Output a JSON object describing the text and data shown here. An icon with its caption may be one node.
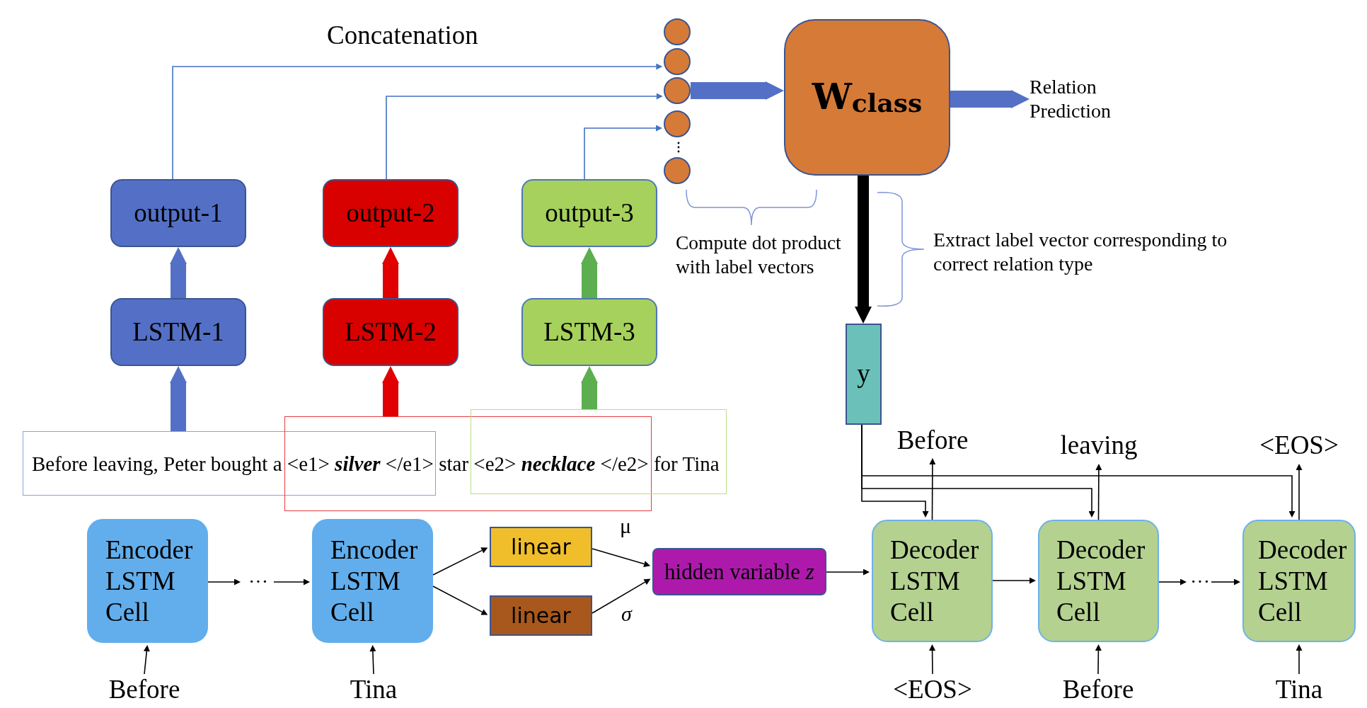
{
  "diagram": {
    "nodes": [
      {
        "text": [
          "output-1"
        ]
      },
      {
        "text": [
          "output-2"
        ]
      },
      {
        "text": [
          "output-3"
        ]
      },
      {
        "text": [],
        "shape": "circle"
      },
      {
        "text": [],
        "shape": "circle"
      },
      {
        "text": [],
        "shape": "circle"
      },
      {
        "text": [],
        "shape": "circle"
      },
      {
        "text": [],
        "shape": "circle"
      },
      {
        "text": [
          "W$_{class}$"
        ]
      },
      {
        "text": [
          "Relation Prediction"
        ]
      },
      {
        "text": [
          "LSTM-1"
        ]
      },
      {
        "text": [
          "LSTM-2"
        ]
      },
      {
        "text": [
          "LSTM-3"
        ]
      },
      {
        "text": [
          "y"
        ]
      },
      {
        "text": [],
        "shape": "box"
      },
      {
        "text": [],
        "shape": "box"
      },
      {
        "text": [],
        "shape": "box"
      },
      {
        "text": [
          "Before"
        ]
      },
      {
        "text": [
          "leaving"
        ]
      },
      {
        "text": [
          "<EOS>"
        ]
      },
      {
        "text": [
          "Encoder LSTM Cell"
        ]
      },
      {
        "text": [
          "···"
        ]
      },
      {
        "text": [
          "Encoder LSTM Cell"
        ]
      },
      {
        "text": [
          "linear"
        ]
      },
      {
        "text": [
          "linear"
        ]
      },
      {
        "text": [
          "hidden variable *z*"
        ]
      },
      {
        "text": [
          "Decoder LSTM Cell"
        ]
      },
      {
        "text": [
          "Decoder LSTM Cell"
        ]
      },
      {
        "text": [
          "···"
        ]
      },
      {
        "text": [
          "Decoder LSTM Cell"
        ]
      },
      {
        "text": [
          "Before"
        ]
      },
      {
        "text": [
          "Tina"
        ]
      },
      {
        "text": [
          "<EOS>"
        ]
      },
      {
        "text": [
          "Before"
        ]
      },
      {
        "text": [
          "Tina"
        ]
      }
    ],
    "edges": [
      {
        "from": 0,
        "to": 4,
        "arrow": "to",
        "color": "#4472c4"
      },
      {
        "from": 1,
        "to": 5,
        "arrow": "to",
        "color": "#4472c4"
      },
      {
        "from": 2,
        "to": 6,
        "arrow": "to",
        "color": "#4472c4"
      },
      {
        "from": 5,
        "to": 8,
        "arrow": "to",
        "style": "thick",
        "color": "#5470c6"
      },
      {
        "from": 8,
        "to": 9,
        "arrow": "to",
        "style": "thick",
        "color": "#5470c6"
      },
      {
        "from": 8,
        "to": 13,
        "arrow": "to",
        "style": "thick"
      },
      {
        "from": 10,
        "to": 0,
        "arrow": "to",
        "style": "thick",
        "color": "#5470c6"
      },
      {
        "from": 11,
        "to": 1,
        "arrow": "to",
        "style": "thick",
        "color": "#e00000"
      },
      {
        "from": 12,
        "to": 2,
        "arrow": "to",
        "style": "thick",
        "color": "#5cae4f"
      },
      {
        "from": 14,
        "to": 10,
        "arrow": "to",
        "style": "thick",
        "color": "#5470c6"
      },
      {
        "from": 15,
        "to": 11,
        "arrow": "to",
        "style": "thick",
        "color": "#e00000"
      },
      {
        "from": 16,
        "to": 12,
        "arrow": "to",
        "style": "thick",
        "color": "#5cae4f"
      },
      {
        "from": 13,
        "to": 29,
        "arrow": "to"
      },
      {
        "from": 13,
        "to": 27,
        "arrow": "to"
      },
      {
        "from": 13,
        "to": 26,
        "arrow": "to"
      },
      {
        "from": 26,
        "to": 17,
        "arrow": "to"
      },
      {
        "from": 27,
        "to": 18,
        "arrow": "to"
      },
      {
        "from": 29,
        "to": 19,
        "arrow": "to"
      },
      {
        "from": 30,
        "to": 20,
        "arrow": "to"
      },
      {
        "from": 31,
        "to": 22,
        "arrow": "to"
      },
      {
        "from": 20,
        "to": 21,
        "arrow": "to"
      },
      {
        "from": 21,
        "to": 22,
        "arrow": "to"
      },
      {
        "from": 22,
        "to": 23,
        "arrow": "to"
      },
      {
        "from": 22,
        "to": 24,
        "arrow": "to"
      },
      {
        "from": 23,
        "to": 25,
        "arrow": "to",
        "label": "μ"
      },
      {
        "from": 24,
        "to": 25,
        "arrow": "to",
        "label": "σ"
      },
      {
        "from": 25,
        "to": 26,
        "arrow": "to"
      },
      {
        "from": 26,
        "to": 27,
        "arrow": "to"
      },
      {
        "from": 27,
        "to": 28,
        "arrow": "to"
      },
      {
        "from": 28,
        "to": 29,
        "arrow": "to"
      },
      {
        "from": 32,
        "to": 26,
        "arrow": "to"
      },
      {
        "from": 33,
        "to": 27,
        "arrow": "to"
      },
      {
        "from": 34,
        "to": 29,
        "arrow": "to"
      }
    ],
    "labels": [
      "Concatenation",
      "Compute dot product with label vectors",
      "Extract label vector corresponding to correct relation type",
      "Before leaving, Peter bought a <e1> **silver** </e1> star <e2> **necklace** </e2> for Tina"
    ]
  }
}
